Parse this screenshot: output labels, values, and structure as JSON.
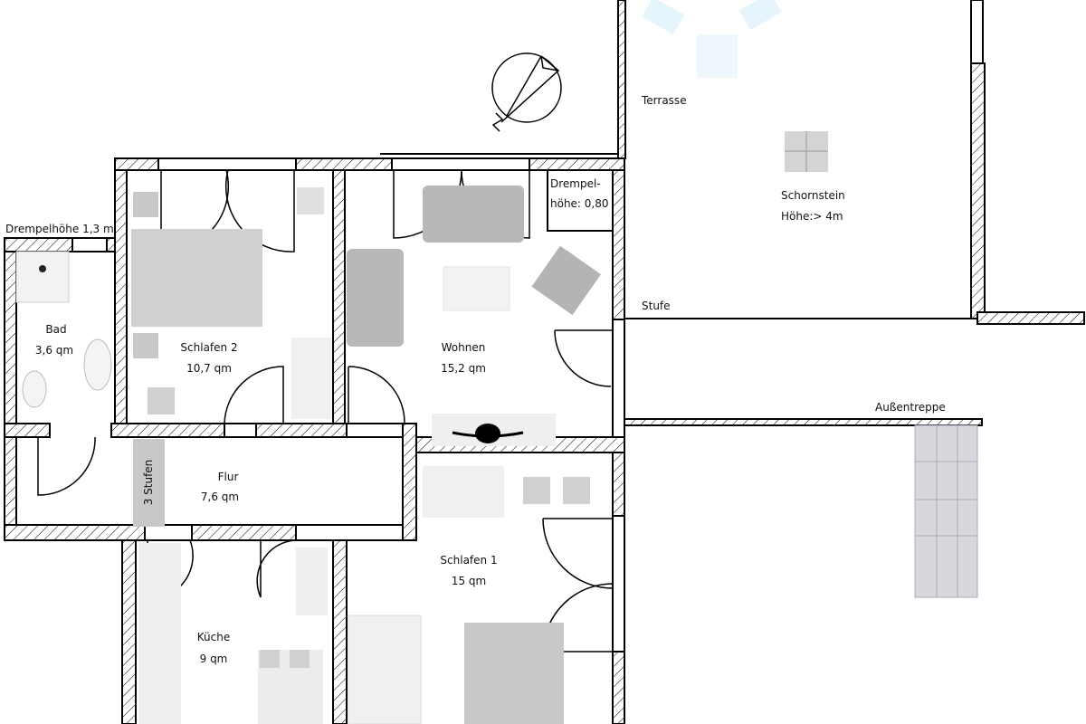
{
  "rooms": [
    {
      "name": "Bad",
      "area": "3,6 qm"
    },
    {
      "name": "Schlafen 2",
      "area": "10,7 qm"
    },
    {
      "name": "Wohnen",
      "area": "15,2 qm"
    },
    {
      "name": "Flur",
      "area": "7,6 qm"
    },
    {
      "name": "Küche",
      "area": "9 qm"
    },
    {
      "name": "Schlafen 1",
      "area": "15 qm"
    }
  ],
  "notes": {
    "drempel_bad": "Drempelhöhe 1,3 m",
    "drempel_wohnen_1": "Drempel-",
    "drempel_wohnen_2": "höhe: 0,80",
    "stairs_inside": "3 Stufen",
    "terrace": "Terrasse",
    "chimney": "Schornstein",
    "chimney_height": "Höhe:> 4m",
    "step": "Stufe",
    "outside_stairs": "Außentreppe"
  },
  "colors": {
    "wall": "#000000",
    "furniture": "#c8c8c8",
    "light": "#ececec"
  }
}
